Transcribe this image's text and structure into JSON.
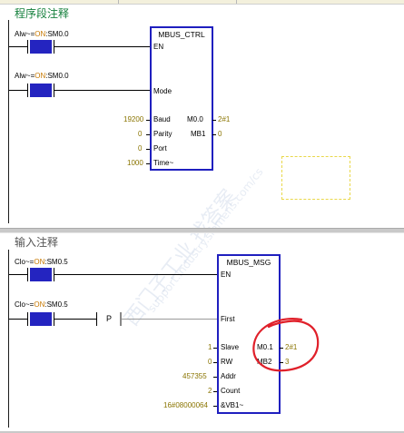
{
  "network1": {
    "comment": "程序段注释",
    "contact1": {
      "prefix": "Alw~=",
      "state": "ON",
      "suffix": ":SM0.0"
    },
    "contact2": {
      "prefix": "Alw~=",
      "state": "ON",
      "suffix": ":SM0.0"
    },
    "block": {
      "name": "MBUS_CTRL",
      "pins": {
        "en": "EN",
        "mode": "Mode",
        "baud": "Baud",
        "parity": "Parity",
        "port": "Port",
        "timeout": "Time~",
        "done": "M0.0",
        "error": "MB1"
      },
      "inputs": {
        "baud": "19200",
        "parity": "0",
        "port": "0",
        "timeout": "1000"
      },
      "outputs": {
        "done": "2#1",
        "error": "0"
      }
    }
  },
  "network2": {
    "comment": "输入注释",
    "contact1": {
      "prefix": "Clo~=",
      "state": "ON",
      "suffix": ":SM0.5"
    },
    "contact2": {
      "prefix": "Clo~=",
      "state": "ON",
      "suffix": ":SM0.5"
    },
    "p_contact": "P",
    "block": {
      "name": "MBUS_MSG",
      "pins": {
        "en": "EN",
        "first": "First",
        "slave": "Slave",
        "rw": "RW",
        "addr": "Addr",
        "count": "Count",
        "dataptr": "&VB1~",
        "done": "M0.1",
        "error": "MB2"
      },
      "inputs": {
        "slave": "1",
        "rw": "0",
        "addr": "457355",
        "count": "2",
        "dataptr": "16#08000064"
      },
      "outputs": {
        "done": "2#1",
        "error": "3"
      }
    }
  },
  "colors": {
    "block_border": "#1f1fbf",
    "contact": "#2424c0",
    "on_state": "#c77800",
    "comment1": "#15803d",
    "annotation": "#e0202a"
  },
  "watermark": {
    "line1": "西门子工业 找答案",
    "line2": "support.industry.siemens.com/cs"
  }
}
